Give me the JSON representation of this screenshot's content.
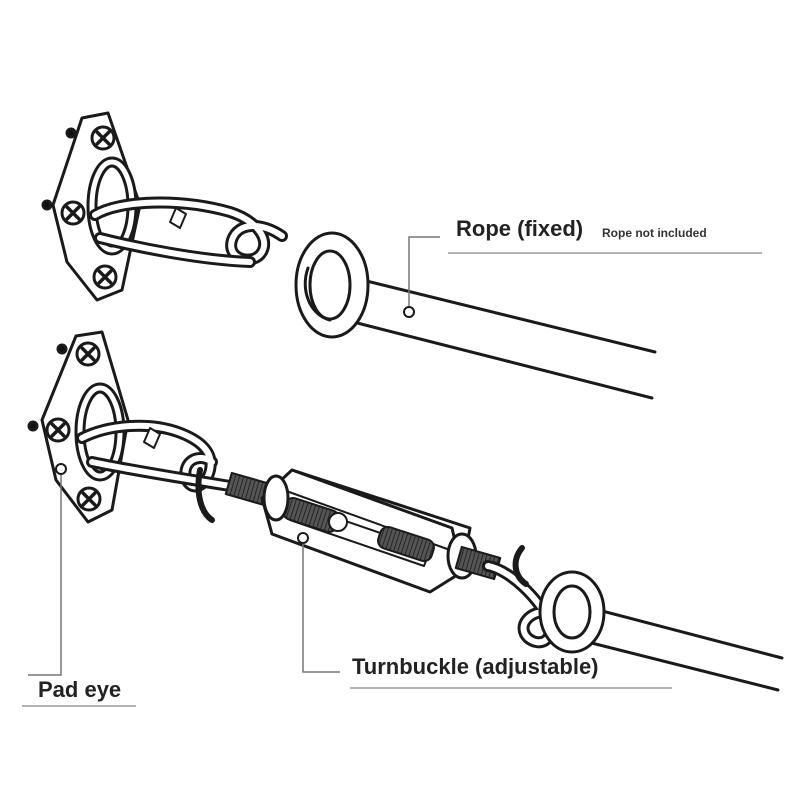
{
  "labels": {
    "rope": "Rope (fixed)",
    "rope_note": "Rope not included",
    "turnbuckle": "Turnbuckle (adjustable)",
    "pad_eye": "Pad eye"
  },
  "colors": {
    "line": "#1a1a1a",
    "leader": "#777777",
    "thread": "#333333",
    "fill": "#ffffff"
  }
}
